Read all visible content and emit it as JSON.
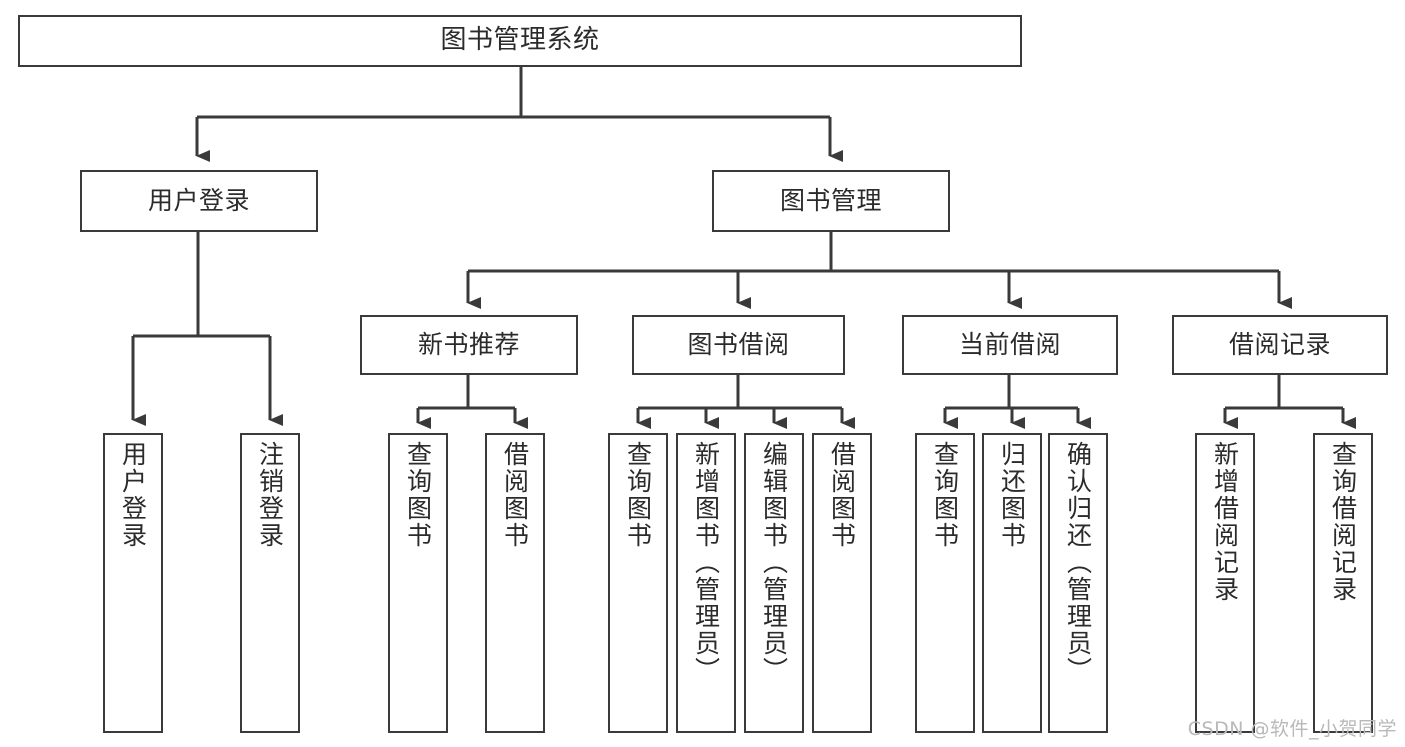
{
  "diagram": {
    "type": "tree-hierarchy",
    "title": "图书管理系统",
    "orientation": "top-down",
    "levels": 4,
    "nodes": {
      "root": {
        "label": "图书管理系统"
      },
      "level2": [
        {
          "id": "user-login",
          "label": "用户登录"
        },
        {
          "id": "book-manage",
          "label": "图书管理"
        }
      ],
      "level3": [
        {
          "id": "new-book-recommend",
          "label": "新书推荐"
        },
        {
          "id": "book-borrow",
          "label": "图书借阅"
        },
        {
          "id": "current-borrow",
          "label": "当前借阅"
        },
        {
          "id": "borrow-record",
          "label": "借阅记录"
        }
      ],
      "leaves": {
        "user-login": [
          {
            "id": "leaf-user-login",
            "label": "用户登录"
          },
          {
            "id": "leaf-logout",
            "label": "注销登录"
          }
        ],
        "new-book-recommend": [
          {
            "id": "leaf-query-book-1",
            "label": "查询图书"
          },
          {
            "id": "leaf-borrow-book-1",
            "label": "借阅图书"
          }
        ],
        "book-borrow": [
          {
            "id": "leaf-query-book-2",
            "label": "查询图书"
          },
          {
            "id": "leaf-add-book",
            "label": "新增图书（管理员）"
          },
          {
            "id": "leaf-edit-book",
            "label": "编辑图书（管理员）"
          },
          {
            "id": "leaf-borrow-book-2",
            "label": "借阅图书"
          }
        ],
        "current-borrow": [
          {
            "id": "leaf-query-book-3",
            "label": "查询图书"
          },
          {
            "id": "leaf-return-book",
            "label": "归还图书"
          },
          {
            "id": "leaf-confirm-return",
            "label": "确认归还（管理员）"
          }
        ],
        "borrow-record": [
          {
            "id": "leaf-add-record",
            "label": "新增借阅记录"
          },
          {
            "id": "leaf-query-record",
            "label": "查询借阅记录"
          }
        ]
      }
    },
    "colors": {
      "background": "#ffffff",
      "stroke": "#3a3a3a",
      "node_fill": "#ffffff",
      "text": "#2b2b2b",
      "watermark": "#b9b9b9"
    }
  },
  "watermark": {
    "text": "CSDN @软件_小贺同学"
  }
}
